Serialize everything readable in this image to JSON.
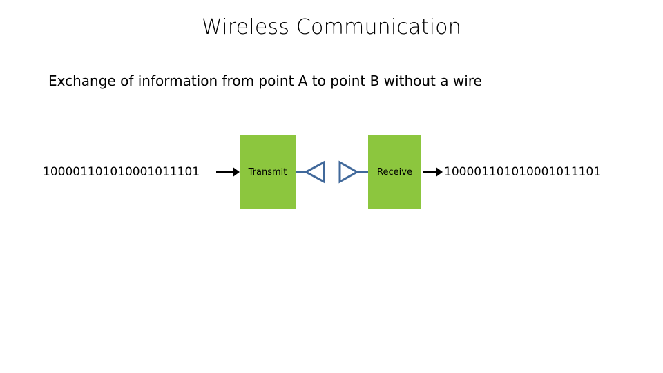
{
  "slide": {
    "title": "Wireless Communication",
    "subtitle": "Exchange of information from point A to point B without a wire",
    "background_color": "#ffffff"
  },
  "diagram": {
    "type": "block-flow",
    "colors": {
      "block_fill": "#8CC63E",
      "antenna_stroke": "#41699B",
      "arrow_fill": "#000000",
      "text": "#000000"
    },
    "input_signal": {
      "label": "100001101010001011101",
      "name": "input-binary-stream"
    },
    "output_signal": {
      "label": "100001101010001011101",
      "name": "output-binary-stream"
    },
    "blocks": [
      {
        "id": "transmit",
        "label": "Transmit",
        "fill": "#8CC63E"
      },
      {
        "id": "receive",
        "label": "Receive",
        "fill": "#8CC63E"
      }
    ],
    "antennas": [
      {
        "id": "transmit-antenna",
        "direction": "left",
        "stroke": "#41699B"
      },
      {
        "id": "receive-antenna",
        "direction": "right",
        "stroke": "#41699B"
      }
    ],
    "arrows": [
      {
        "id": "input-arrow",
        "direction": "right",
        "color": "#000000"
      },
      {
        "id": "output-arrow",
        "direction": "right",
        "color": "#000000"
      }
    ]
  }
}
